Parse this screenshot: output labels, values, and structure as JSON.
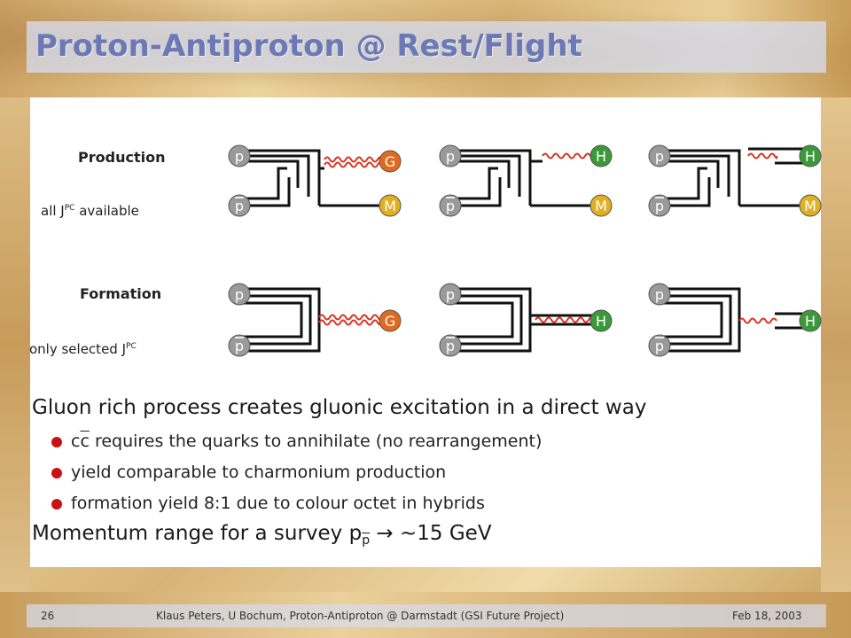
{
  "slide": {
    "title": "Proton-Antiproton @ Rest/Flight",
    "colors": {
      "title_text": "#6b79b6",
      "title_band": "#d6ddf0",
      "bullet_dot": "#cc1111",
      "gluon_line": "#dd3322",
      "glueball_circle": "#e06a20",
      "meson_circle": "#e0b020",
      "hybrid_circle": "#3a9a3a",
      "quark_circle": "#9a9a9a"
    }
  },
  "production": {
    "label": "Production",
    "note_prefix": "all J",
    "note_sup": "PC",
    "note_suffix": " available",
    "diagrams": [
      {
        "in_top": "p",
        "in_bottom": "p",
        "out_top": "G",
        "out_bottom": "M"
      },
      {
        "in_top": "p",
        "in_bottom": "p",
        "out_top": "H",
        "out_bottom": "M"
      },
      {
        "in_top": "p",
        "in_bottom": "p",
        "out_top": "H",
        "out_bottom": "M"
      }
    ]
  },
  "formation": {
    "label": "Formation",
    "note_prefix": "only selected J",
    "note_sup": "PC",
    "diagrams": [
      {
        "in_top": "p",
        "in_bottom": "p",
        "out": "G"
      },
      {
        "in_top": "p",
        "in_bottom": "p",
        "out": "H"
      },
      {
        "in_top": "p",
        "in_bottom": "p",
        "out": "H"
      }
    ]
  },
  "text": {
    "headline1": "Gluon rich process creates gluonic excitation in a direct way",
    "bullets": [
      {
        "pre": "c",
        "bar": "c",
        "post": " requires the quarks to annihilate (no rearrangement)"
      },
      {
        "pre": "yield comparable to charmonium production",
        "bar": "",
        "post": ""
      },
      {
        "pre": "formation yield 8:1 due to colour octet in hybrids",
        "bar": "",
        "post": ""
      }
    ],
    "headline2_pre": "Momentum range for a survey p",
    "headline2_sub": "p",
    "headline2_arrow": "→",
    "headline2_post": " ~15 GeV"
  },
  "footer": {
    "page": "26",
    "center": "Klaus Peters, U Bochum, Proton-Antiproton @ Darmstadt (GSI Future Project)",
    "date": "Feb 18, 2003"
  }
}
